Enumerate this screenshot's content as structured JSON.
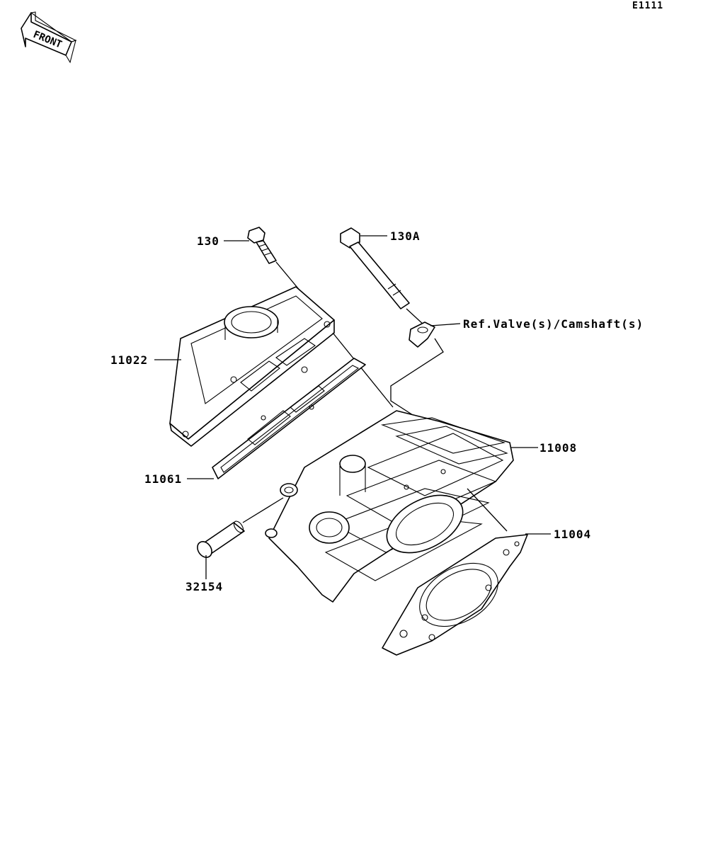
{
  "diagram_id": "E1111",
  "front_badge": "FRONT",
  "callouts": {
    "p130": "130",
    "p130a": "130A",
    "ref": "Ref.Valve(s)/Camshaft(s)",
    "p11022": "11022",
    "p11061": "11061",
    "p11008": "11008",
    "p11004": "11004",
    "p32154": "32154"
  }
}
